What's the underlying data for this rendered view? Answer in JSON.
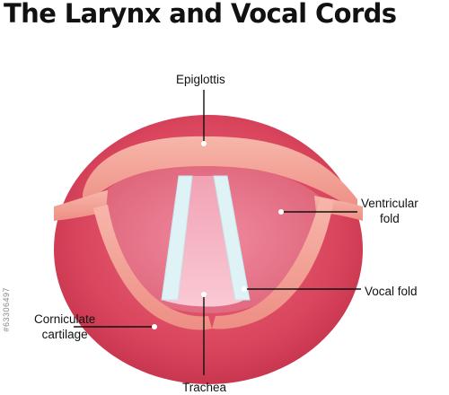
{
  "title": "The Larynx and Vocal Cords",
  "labels": {
    "epiglottis": "Epiglottis",
    "ventricular_fold_line1": "Ventricular",
    "ventricular_fold_line2": "fold",
    "vocal_fold": "Vocal fold",
    "corniculate_line1": "Corniculate",
    "corniculate_line2": "cartilage",
    "trachea": "Trachea"
  },
  "watermark_id": "#63306497",
  "colors": {
    "outer_tissue": "#d9455d",
    "inner_cavity": "#e47a8c",
    "fold_tissue": "#f4a89c",
    "vocal_cord": "#dff3f6",
    "trachea": "#f5b9c6",
    "leader_line": "#111111"
  }
}
